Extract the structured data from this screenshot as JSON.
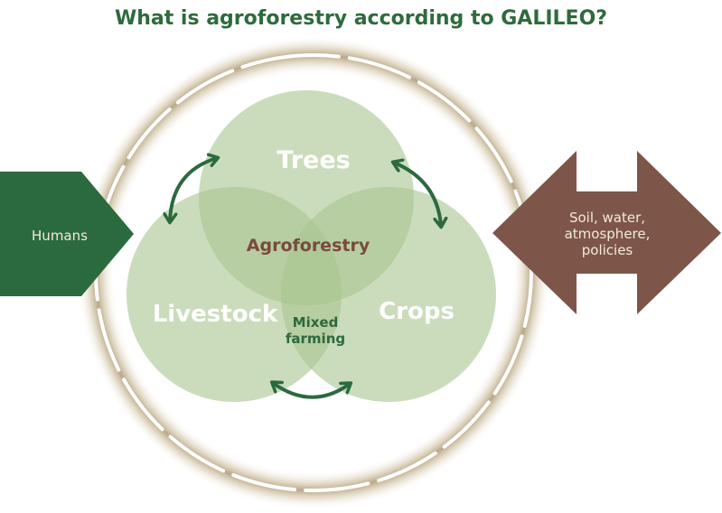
{
  "title": "What is agroforestry according to GALILEO?",
  "circles": {
    "trees": "Trees",
    "livestock": "Livestock",
    "crops": "Crops"
  },
  "intersections": {
    "agroforestry": "Agroforestry",
    "mixed_farming_line1": "Mixed",
    "mixed_farming_line2": "farming"
  },
  "left_arrow": {
    "label": "Humans"
  },
  "right_arrow": {
    "line1": "Soil, water,",
    "line2": "atmosphere,",
    "line3": "policies"
  },
  "colors": {
    "title_green": "#2e6b3c",
    "circle_green": "#a9c490",
    "arrow_green": "#2b6a3e",
    "brown": "#7d5649",
    "agroforestry_text": "#7a4a3e",
    "ring": "#c8b99c"
  }
}
